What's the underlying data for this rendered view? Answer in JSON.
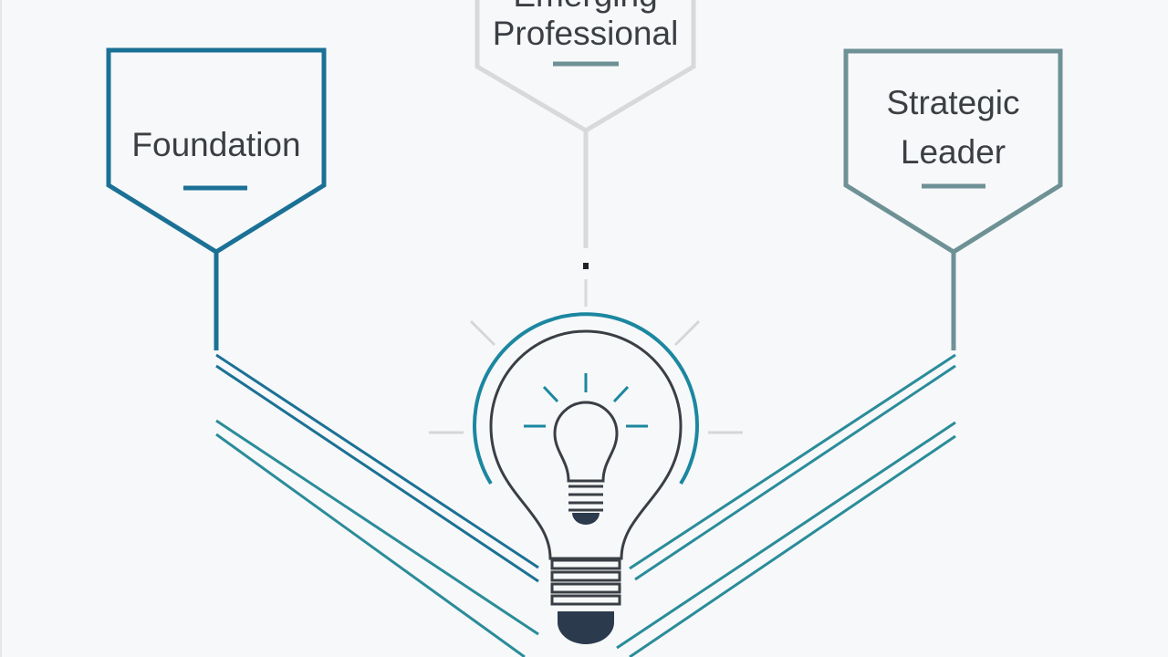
{
  "nodes": [
    {
      "id": "foundation",
      "lines": [
        "Foundation"
      ],
      "color": "#1b7195"
    },
    {
      "id": "professional",
      "lines": [
        "Emerging",
        "Professional"
      ],
      "color": "#d7d9db"
    },
    {
      "id": "strategic-leader",
      "lines": [
        "Strategic",
        "Leader"
      ],
      "color": "#6e9196"
    }
  ],
  "colors": {
    "background": "#f7f8f9",
    "text": "#3b3f44",
    "foundation": "#1b7195",
    "professional": "#d7d9db",
    "leader": "#6e9196",
    "teal_lines": "#2a8c9a",
    "bulb_outline": "#3a3f46",
    "bulb_accent": "#1b87a0",
    "bulb_base": "#2b3a4d"
  },
  "icons": [
    "lightbulb-icon",
    "idea-spark-icon"
  ]
}
